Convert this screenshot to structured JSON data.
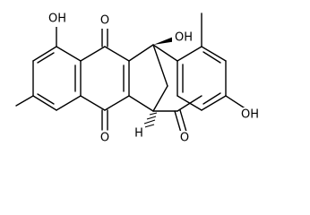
{
  "molecule": {
    "atom_labels": {
      "oh_top_left": "OH",
      "o_top_quinone": "O",
      "oh_bridgehead": "OH",
      "o_bottom_quinone": "O",
      "h_bridgehead": "H",
      "o_ketone": "O",
      "oh_bottom_right": "OH"
    }
  }
}
